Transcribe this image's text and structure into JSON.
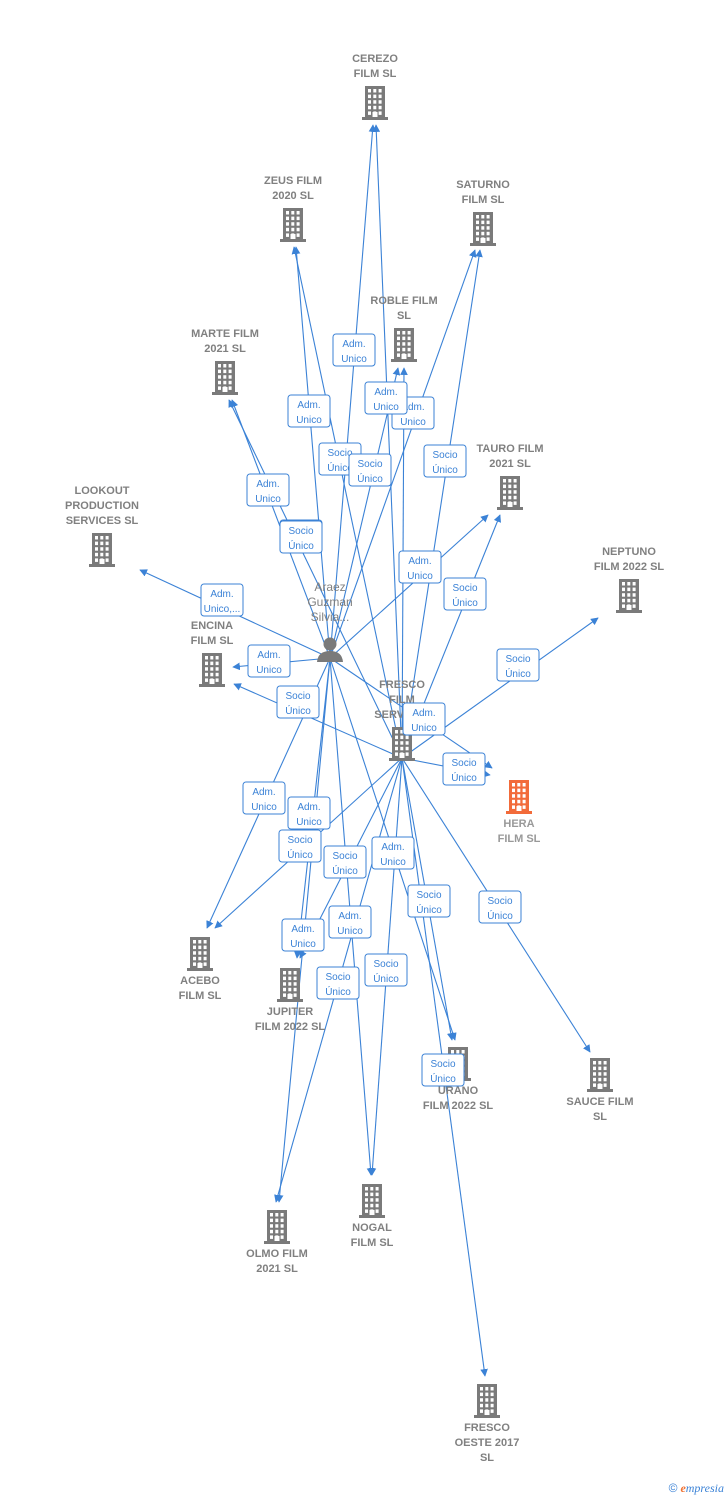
{
  "colors": {
    "edge": "#3b82d6",
    "building": "#7a7a7a",
    "highlight": "#f26b3a",
    "label": "#808080"
  },
  "nodes": [
    {
      "id": "cerezo",
      "lines": [
        "CEREZO",
        "FILM  SL"
      ],
      "icon": "building-icon"
    },
    {
      "id": "zeus",
      "lines": [
        "ZEUS FILM",
        "2020  SL"
      ],
      "icon": "building-icon"
    },
    {
      "id": "saturno",
      "lines": [
        "SATURNO",
        "FILM  SL"
      ],
      "icon": "building-icon"
    },
    {
      "id": "roble",
      "lines": [
        "ROBLE FILM",
        "SL"
      ],
      "icon": "building-icon"
    },
    {
      "id": "marte",
      "lines": [
        "MARTE FILM",
        "2021  SL"
      ],
      "icon": "building-icon"
    },
    {
      "id": "tauro",
      "lines": [
        "TAURO FILM",
        "2021  SL"
      ],
      "icon": "building-icon"
    },
    {
      "id": "lookout",
      "lines": [
        "LOOKOUT",
        "PRODUCTION",
        "SERVICES SL"
      ],
      "icon": "building-icon"
    },
    {
      "id": "neptuno",
      "lines": [
        "NEPTUNO",
        "FILM 2022  SL"
      ],
      "icon": "building-icon"
    },
    {
      "id": "encina",
      "lines": [
        "ENCINA",
        "FILM  SL"
      ],
      "icon": "building-icon"
    },
    {
      "id": "fresco",
      "lines": [
        "FRESCO",
        "FILM",
        "SERVICES"
      ],
      "icon": "building-icon"
    },
    {
      "id": "hera",
      "lines": [
        "HERA",
        "FILM  SL"
      ],
      "icon": "building-icon",
      "highlight": true
    },
    {
      "id": "acebo",
      "lines": [
        "ACEBO",
        "FILM  SL"
      ],
      "icon": "building-icon"
    },
    {
      "id": "jupiter",
      "lines": [
        "JUPITER",
        "FILM 2022  SL"
      ],
      "icon": "building-icon"
    },
    {
      "id": "urano",
      "lines": [
        "URANO",
        "FILM 2022  SL"
      ],
      "icon": "building-icon"
    },
    {
      "id": "sauce",
      "lines": [
        "SAUCE FILM",
        "SL"
      ],
      "icon": "building-icon"
    },
    {
      "id": "olmo",
      "lines": [
        "OLMO FILM",
        "2021  SL"
      ],
      "icon": "building-icon"
    },
    {
      "id": "nogal",
      "lines": [
        "NOGAL",
        "FILM  SL"
      ],
      "icon": "building-icon"
    },
    {
      "id": "fresco_oeste",
      "lines": [
        "FRESCO",
        "OESTE 2017",
        "SL"
      ],
      "icon": "building-icon"
    }
  ],
  "person": {
    "lines": [
      "Araez",
      "Guzman",
      "Silvia..."
    ],
    "icon": "person-icon"
  },
  "relations": [
    {
      "from": "person",
      "to": "cerezo",
      "label": [
        "Adm.",
        "Unico"
      ]
    },
    {
      "from": "person",
      "to": "zeus",
      "label": [
        "Adm.",
        "Unico"
      ]
    },
    {
      "from": "person",
      "to": "saturno",
      "label": [
        "Adm.",
        "Unico"
      ]
    },
    {
      "from": "person",
      "to": "roble",
      "label": [
        "Adm.",
        "Unico"
      ]
    },
    {
      "from": "person",
      "to": "marte",
      "label": [
        "Adm.",
        "Unico"
      ]
    },
    {
      "from": "person",
      "to": "tauro",
      "label": [
        "Adm.",
        "Unico"
      ]
    },
    {
      "from": "person",
      "to": "lookout",
      "label": [
        "Adm.",
        "Unico,..."
      ]
    },
    {
      "from": "person",
      "to": "encina",
      "label": [
        "Adm.",
        "Unico"
      ]
    },
    {
      "from": "person",
      "to": "hera",
      "label": [
        "Adm.",
        "Unico"
      ]
    },
    {
      "from": "person",
      "to": "acebo",
      "label": [
        "Adm.",
        "Unico"
      ]
    },
    {
      "from": "person",
      "to": "jupiter",
      "label": [
        "Adm.",
        "Unico"
      ]
    },
    {
      "from": "person",
      "to": "urano",
      "label": [
        "Adm.",
        "Unico"
      ]
    },
    {
      "from": "person",
      "to": "olmo",
      "label": [
        "Adm.",
        "Unico"
      ]
    },
    {
      "from": "person",
      "to": "nogal",
      "label": [
        "Adm.",
        "Unico"
      ]
    },
    {
      "from": "fresco",
      "to": "cerezo",
      "label": [
        "Socio",
        "Único"
      ]
    },
    {
      "from": "fresco",
      "to": "zeus",
      "label": [
        "Socio",
        "Único"
      ]
    },
    {
      "from": "fresco",
      "to": "saturno",
      "label": [
        "Socio",
        "Único"
      ]
    },
    {
      "from": "fresco",
      "to": "roble",
      "label": [
        "Socio",
        "Único"
      ]
    },
    {
      "from": "fresco",
      "to": "marte",
      "label": [
        "Socio",
        "Único"
      ]
    },
    {
      "from": "fresco",
      "to": "tauro",
      "label": [
        "Socio",
        "Único"
      ]
    },
    {
      "from": "fresco",
      "to": "neptuno",
      "label": [
        "Socio",
        "Único"
      ]
    },
    {
      "from": "fresco",
      "to": "encina",
      "label": [
        "Socio",
        "Único"
      ]
    },
    {
      "from": "fresco",
      "to": "hera",
      "label": [
        "Socio",
        "Único"
      ]
    },
    {
      "from": "fresco",
      "to": "acebo",
      "label": [
        "Socio",
        "Único"
      ]
    },
    {
      "from": "fresco",
      "to": "jupiter",
      "label": [
        "Socio",
        "Único"
      ]
    },
    {
      "from": "fresco",
      "to": "urano",
      "label": [
        "Socio",
        "Único"
      ]
    },
    {
      "from": "fresco",
      "to": "sauce",
      "label": [
        "Socio",
        "Único"
      ]
    },
    {
      "from": "fresco",
      "to": "olmo",
      "label": [
        "Socio",
        "Único"
      ]
    },
    {
      "from": "fresco",
      "to": "nogal",
      "label": [
        "Socio",
        "Único"
      ]
    },
    {
      "from": "fresco",
      "to": "fresco_oeste",
      "label": [
        "Socio",
        "Único"
      ]
    }
  ],
  "footer": {
    "copyright": "©",
    "brand_initial": "e",
    "brand_rest": "mpresia"
  }
}
